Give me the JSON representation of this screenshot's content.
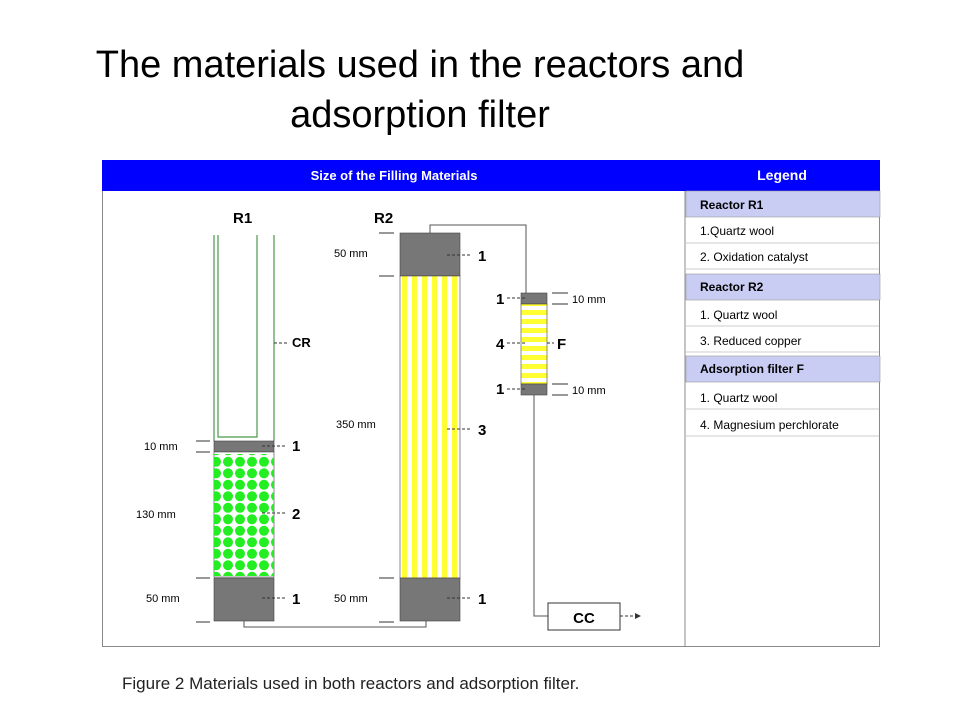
{
  "title": {
    "line1": "The materials used in the reactors and",
    "line2": "adsorption filter"
  },
  "figure": {
    "header_left": "Size of the Filling Materials",
    "header_right": "Legend",
    "colors": {
      "header_bg": "#0000ff",
      "legend_section_bg": "#c9cdf4",
      "catalyst": "#22ee22",
      "copper_bg": "#ffff33",
      "packing_gray": "#777777",
      "reactor_wall": "#4a9a4a"
    },
    "legend": [
      {
        "kind": "section",
        "text": "Reactor R1"
      },
      {
        "kind": "item",
        "text": "1.Quartz wool"
      },
      {
        "kind": "item",
        "text": "2. Oxidation catalyst"
      },
      {
        "kind": "section",
        "text": "Reactor R2"
      },
      {
        "kind": "item",
        "text": "1. Quartz wool"
      },
      {
        "kind": "item",
        "text": "3. Reduced copper"
      },
      {
        "kind": "section",
        "text": "Adsorption filter F"
      },
      {
        "kind": "item",
        "text": "1. Quartz wool"
      },
      {
        "kind": "item",
        "text": "4. Magnesium perchlorate"
      }
    ],
    "r1": {
      "label": "R1",
      "cr_label": "CR",
      "dims": {
        "top": "10 mm",
        "mid": "130 mm",
        "bottom": "50 mm"
      },
      "callouts": {
        "top": "1",
        "mid": "2",
        "bottom": "1"
      }
    },
    "r2": {
      "label": "R2",
      "dims": {
        "top": "50 mm",
        "mid": "350 mm",
        "bottom": "50 mm"
      },
      "callouts": {
        "top": "1",
        "mid": "3",
        "bottom": "1"
      }
    },
    "filter": {
      "label": "F",
      "dims": {
        "top": "10 mm",
        "bottom": "10 mm"
      },
      "callouts": {
        "top": "1",
        "mid": "4",
        "bottom": "1"
      }
    },
    "cc_label": "CC"
  },
  "caption": "Figure 2 Materials used in both reactors and adsorption filter."
}
